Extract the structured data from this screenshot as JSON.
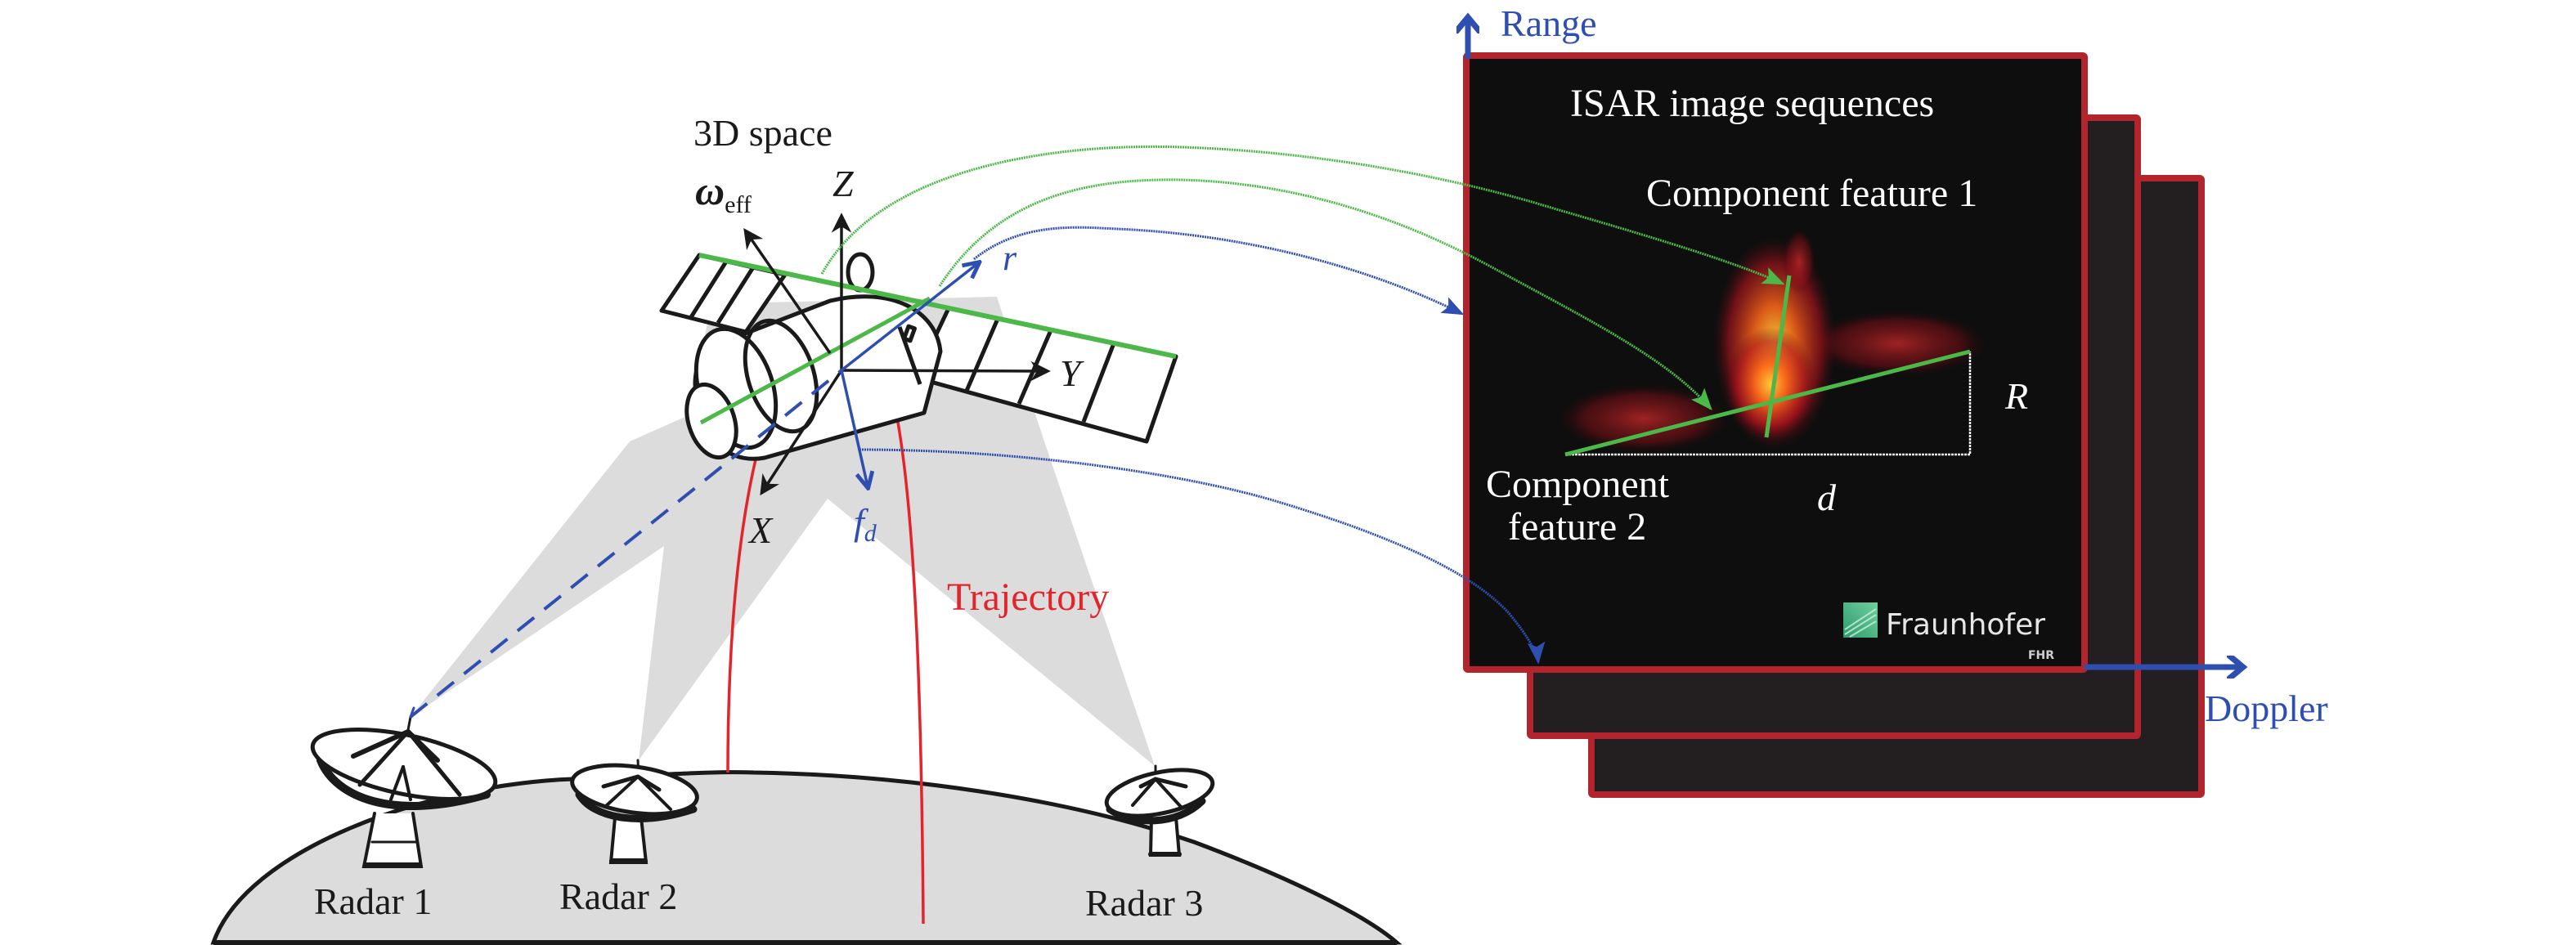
{
  "scene": {
    "title": "3D space",
    "axes": {
      "omega": "ω",
      "omega_sub": "eff",
      "z": "Z",
      "y": "Y",
      "x": "X",
      "r": "r",
      "fd": "f",
      "fd_sub": "d"
    },
    "trajectory_label": "Trajectory",
    "radars": [
      {
        "label": "Radar 1"
      },
      {
        "label": "Radar 2"
      },
      {
        "label": "Radar 3"
      }
    ]
  },
  "isar": {
    "title": "ISAR image sequences",
    "feature1": "Component feature 1",
    "feature2_line1": "Component",
    "feature2_line2": "feature 2",
    "R_label": "R",
    "d_label": "d",
    "range_axis": "Range",
    "doppler_axis": "Doppler",
    "logo_name": "Fraunhofer",
    "logo_sub": "FHR",
    "frames_count": 3
  },
  "colors": {
    "frame_border": "#b3252c",
    "frame_front": "#0e0e0e",
    "frame_back": "#231f20",
    "axis_blue": "#2f4fb0",
    "feature_green": "#4cb848",
    "trajectory_red": "#e3242b",
    "beam_gray": "#dcdcdc",
    "logo_green": "#3aa57a"
  }
}
